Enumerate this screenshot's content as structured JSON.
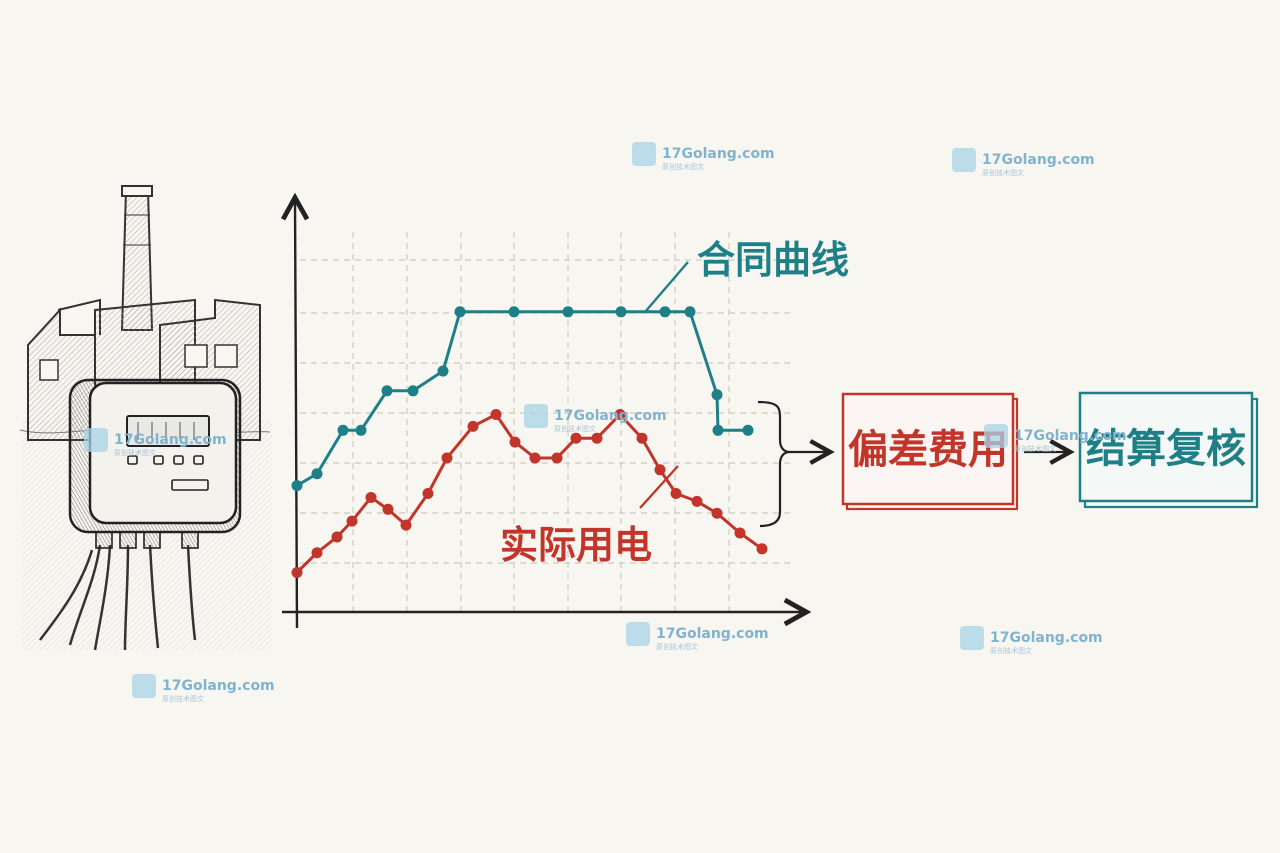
{
  "labels": {
    "contract_curve": "合同曲线",
    "actual_usage": "实际用电",
    "deviation_fee": "偏差费用",
    "settlement_review": "结算复核"
  },
  "watermark": {
    "site": "17Golang.com",
    "tagline": "原创技术图文"
  },
  "colors": {
    "contract": "#1f7f87",
    "actual": "#c2352a",
    "ink": "#222222",
    "grid": "#cfcac0",
    "background": "#f8f6f1"
  },
  "chart_data": {
    "type": "line",
    "grid": true,
    "series": [
      {
        "name": "合同曲线",
        "values": [
          3.2,
          3.5,
          4.6,
          4.6,
          5.6,
          5.6,
          6.1,
          7.6,
          7.6,
          7.6,
          7.6,
          7.6,
          7.6,
          5.5,
          4.6,
          4.6
        ]
      },
      {
        "name": "实际用电",
        "values": [
          1.0,
          1.5,
          1.9,
          2.3,
          2.9,
          2.6,
          2.2,
          3.0,
          3.9,
          4.7,
          5.0,
          4.3,
          3.9,
          3.9,
          4.4,
          4.4,
          5.0,
          4.4,
          3.6,
          3.0,
          2.8,
          2.5,
          2.0,
          1.6
        ]
      }
    ],
    "x_points_contract": [
      0,
      1,
      2,
      3,
      4,
      5,
      6,
      7,
      8,
      9,
      10,
      11,
      12,
      13,
      14,
      15
    ],
    "x_points_actual": [
      0,
      1,
      2,
      3,
      4,
      5,
      6,
      7,
      8,
      9,
      10,
      11,
      12,
      13,
      14,
      15,
      16,
      17,
      18,
      19,
      20,
      21,
      22,
      23
    ]
  }
}
